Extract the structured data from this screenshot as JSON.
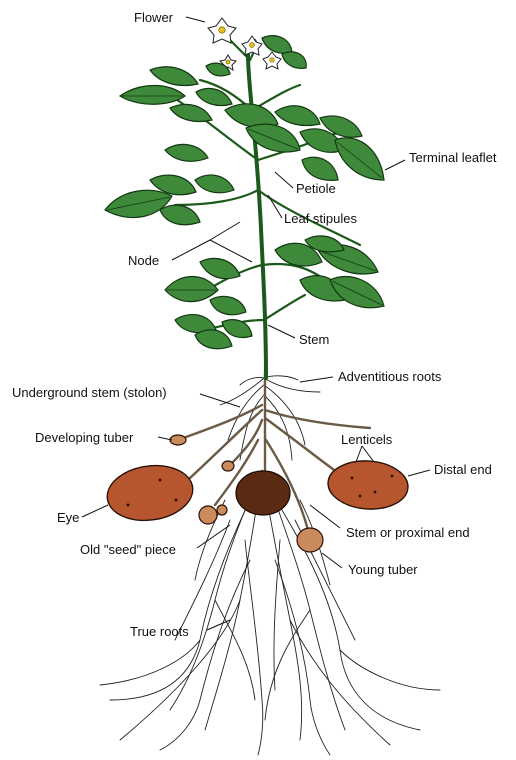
{
  "labels": {
    "flower": "Flower",
    "terminal_leaflet": "Terminal leaflet",
    "petiole": "Petiole",
    "leaf_stipules": "Leaf stipules",
    "node": "Node",
    "stem": "Stem",
    "adventitious_roots": "Adventitious roots",
    "stolon": "Underground stem (stolon)",
    "developing_tuber": "Developing tuber",
    "lenticels": "Lenticels",
    "distal_end": "Distal end",
    "eye": "Eye",
    "proximal_end": "Stem or proximal end",
    "seed_piece": "Old \"seed\" piece",
    "young_tuber": "Young tuber",
    "true_roots": "True roots"
  },
  "colors": {
    "leaf": "#3f8a3a",
    "stem": "#1b5a1b",
    "tuber": "#b5562e",
    "seed_piece": "#5a2a12"
  }
}
